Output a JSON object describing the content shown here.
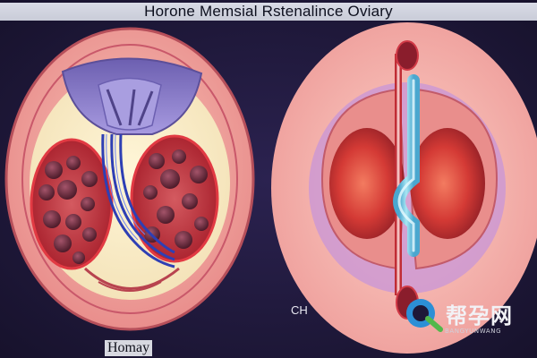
{
  "title": "Horone Memsial Rstenalince Oviary",
  "left_caption": "Homay",
  "right_caption": "CH",
  "watermark": {
    "text": "帮孕网",
    "subtext": "BANGYUNWANG"
  },
  "colors": {
    "background": "#1e1838",
    "tissue_pink": "#f1a7a2",
    "follicle_red": "#c0333d",
    "duct_blue": "#2e3fb4",
    "tube_cyan": "#7fd3e8",
    "violet": "#8b7fcf"
  }
}
